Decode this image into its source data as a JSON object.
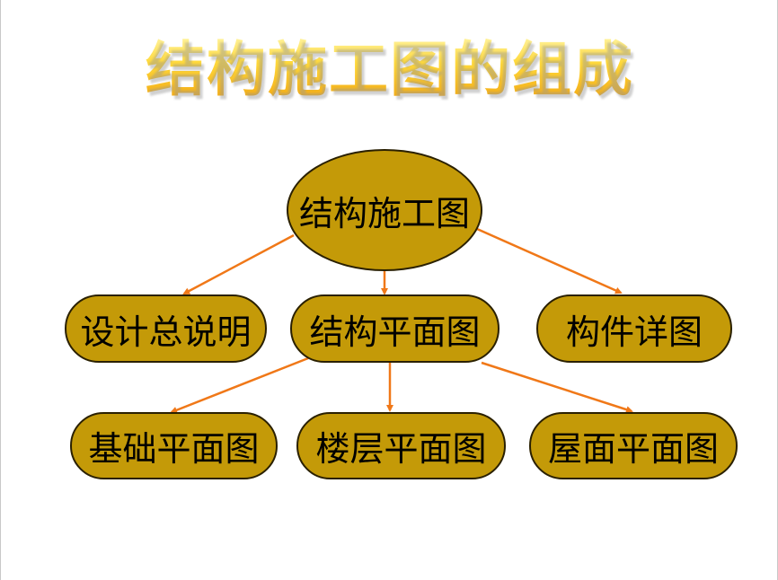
{
  "title": "结构施工图的组成",
  "diagram": {
    "root": "结构施工图",
    "level1": [
      "设计总说明",
      "结构平面图",
      "构件详图"
    ],
    "level2": [
      "基础平面图",
      "楼层平面图",
      "屋面平面图"
    ]
  },
  "colors": {
    "node_fill": "#c49a08",
    "node_border": "#2a2000",
    "arrow": "#f07818",
    "title_gradient": [
      "#fff6a8",
      "#ffd93a",
      "#f1a20f"
    ]
  }
}
